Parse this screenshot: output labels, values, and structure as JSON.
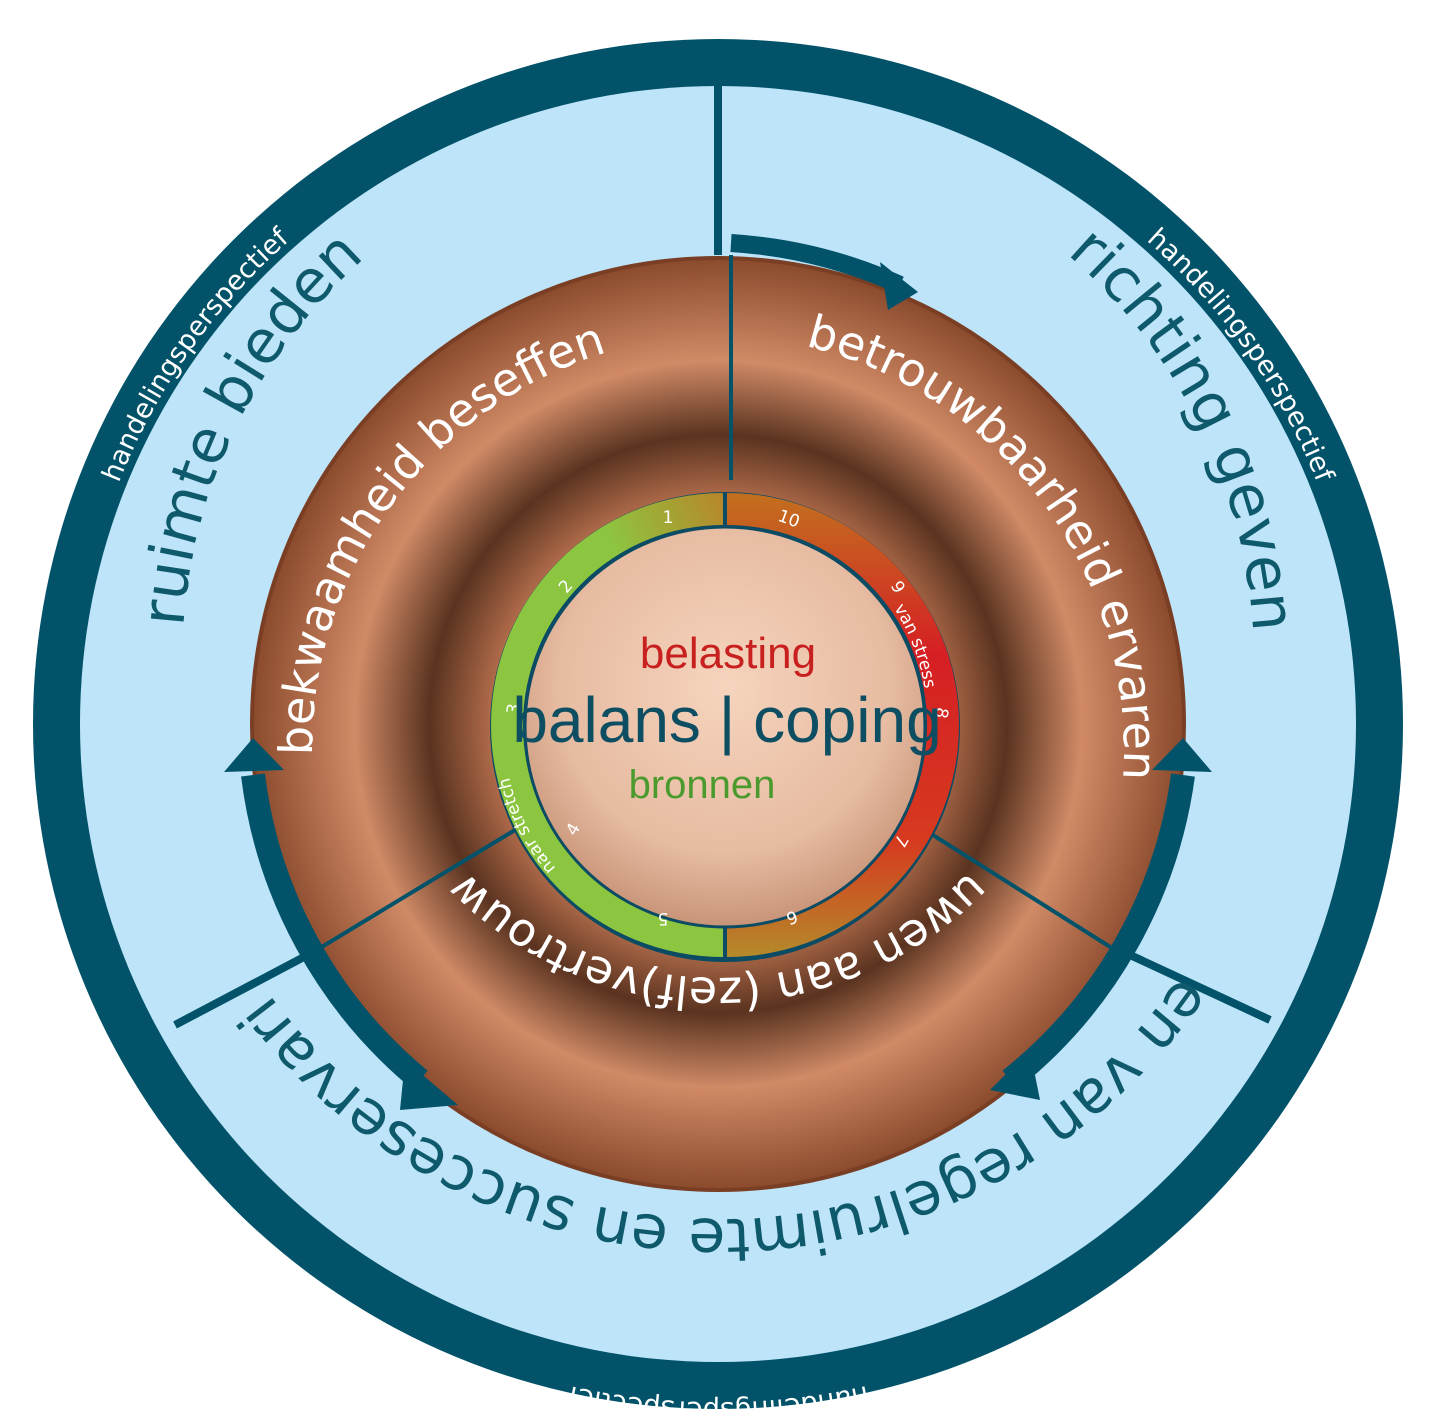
{
  "outer_ring": {
    "left": "ruimte bieden",
    "right": "richting geven",
    "bottom": "rekken van regelruimte en succeservaringen",
    "perspective": "handelingsperspectief"
  },
  "middle_ring": {
    "left": "bekwaamheid beseffen",
    "right": "betrouwbaarheid ervaren",
    "bottom": "bouwen aan (zelf)vertrouwen"
  },
  "scale_ring": {
    "numbers": [
      "1",
      "2",
      "3",
      "4",
      "5",
      "6",
      "7",
      "8",
      "9",
      "10"
    ],
    "stretch_label": "naar stretch",
    "stress_label": "van stress"
  },
  "center": {
    "top": "belasting",
    "main": "balans | coping",
    "bottom": "bronnen"
  },
  "colors": {
    "navy": "#02536a",
    "light_blue": "#bde4f8",
    "bronze": "#b46844",
    "green": "#8cc640",
    "red": "#d51f24",
    "center_fill": "#e8bfa5"
  }
}
